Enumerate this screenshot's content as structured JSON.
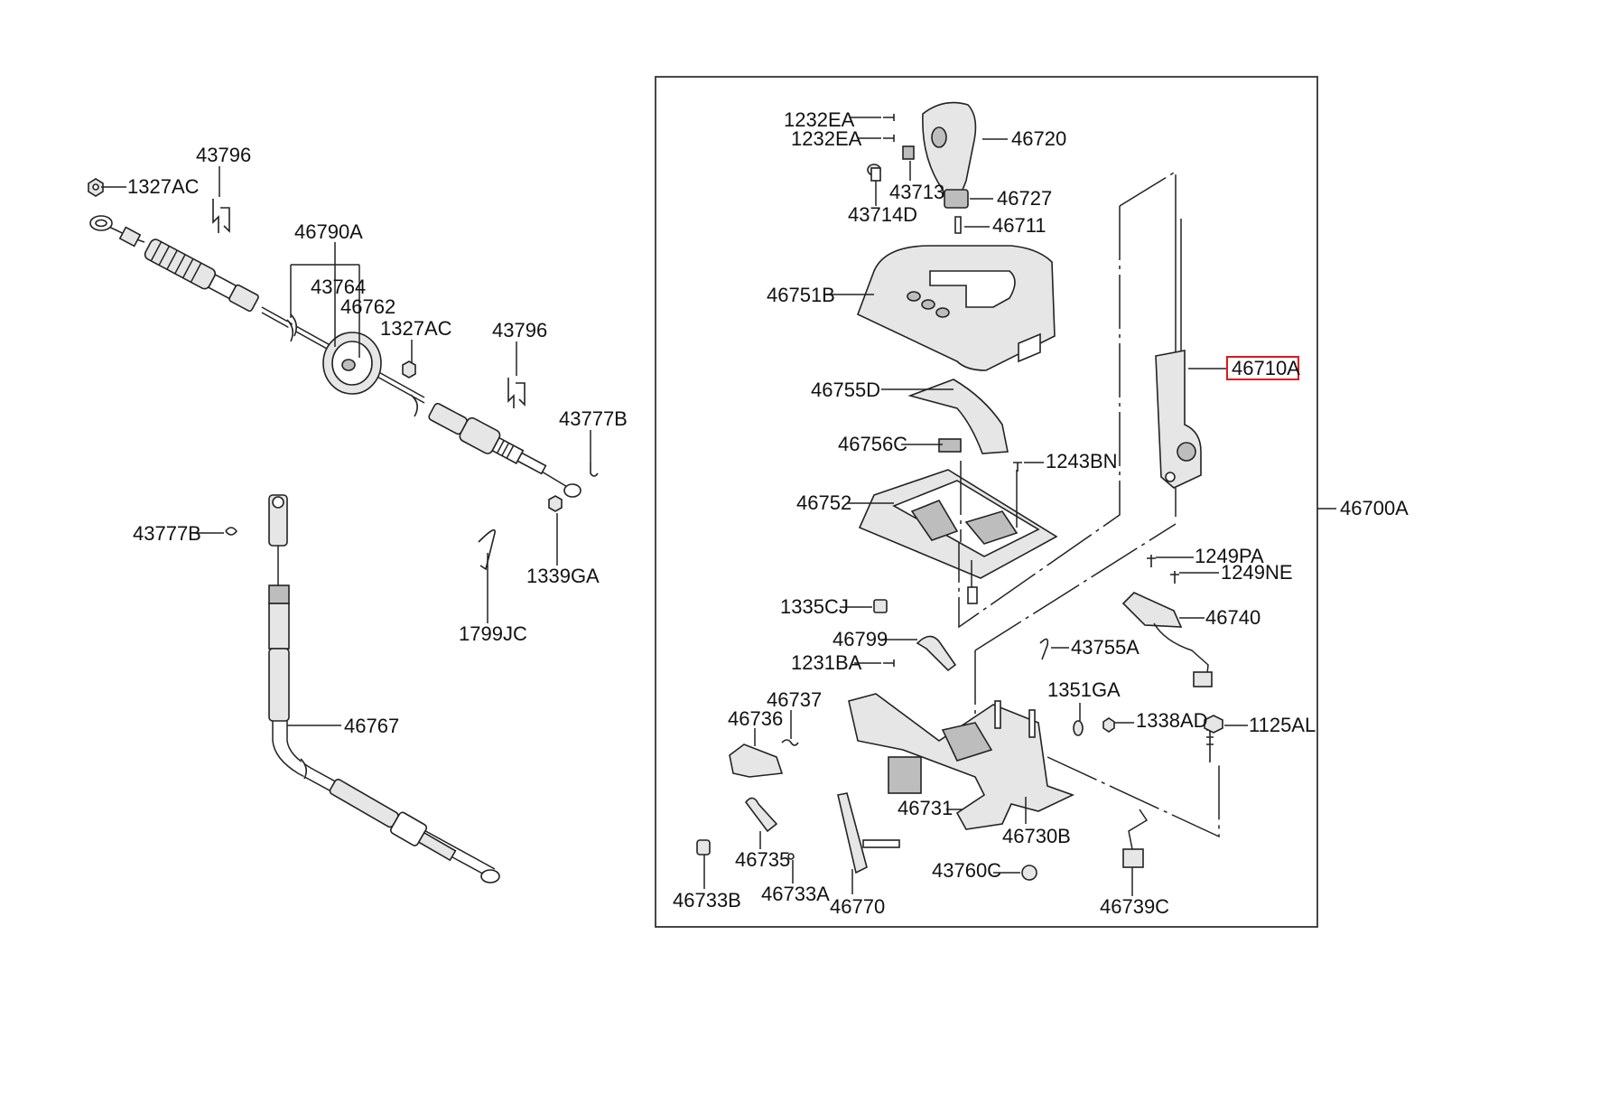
{
  "diagram": {
    "highlight_color": "#e0161b",
    "labels": {
      "l1327AC_a": "1327AC",
      "l43796_a": "43796",
      "l46790A": "46790A",
      "l43764": "43764",
      "l46762": "46762",
      "l1327AC_b": "1327AC",
      "l43796_b": "43796",
      "l43777B_a": "43777B",
      "l43777B_b": "43777B",
      "l1339GA": "1339GA",
      "l1799JC": "1799JC",
      "l46767": "46767",
      "l1232EA_a": "1232EA",
      "l1232EA_b": "1232EA",
      "l46720": "46720",
      "l43713": "43713",
      "l43714D": "43714D",
      "l46727": "46727",
      "l46711": "46711",
      "l46751B": "46751B",
      "l46755D": "46755D",
      "l46756C": "46756C",
      "l1243BN": "1243BN",
      "l46752": "46752",
      "l46710A": "46710A",
      "l46700A": "46700A",
      "l1249PA": "1249PA",
      "l1249NE": "1249NE",
      "l46740": "46740",
      "l1335CJ": "1335CJ",
      "l46799": "46799",
      "l1231BA": "1231BA",
      "l43755A": "43755A",
      "l1351GA": "1351GA",
      "l1338AD": "1338AD",
      "l1125AL": "1125AL",
      "l46737": "46737",
      "l46736": "46736",
      "l46731": "46731",
      "l46730B": "46730B",
      "l46735": "46735",
      "l46733A": "46733A",
      "l46733B": "46733B",
      "l46770": "46770",
      "l43760C": "43760C",
      "l46739C": "46739C"
    }
  }
}
